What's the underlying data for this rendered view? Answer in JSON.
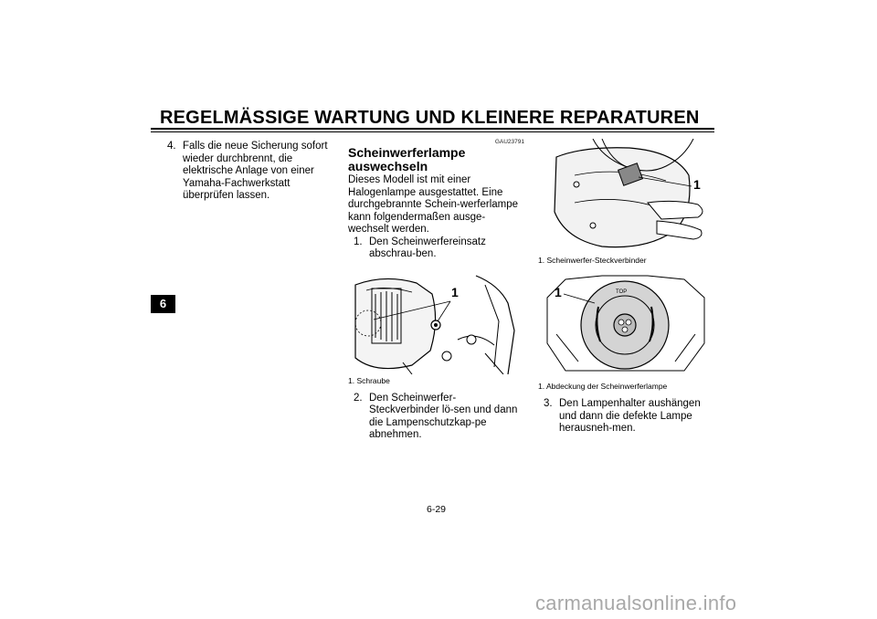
{
  "header": {
    "title": "REGELMÄSSIGE WARTUNG UND KLEINERE REPARATUREN"
  },
  "chapter_tab": "6",
  "col1": {
    "item4_num": "4.",
    "item4_text": "Falls die neue Sicherung sofort wieder durchbrennt, die elektrische Anlage von einer Yamaha-Fachwerkstatt überprüfen lassen."
  },
  "col2": {
    "section_code": "GAU23791",
    "section_title_line1": "Scheinwerferlampe",
    "section_title_line2": "auswechseln",
    "intro": "Dieses Modell ist mit einer Halogenlampe ausgestattet. Eine durchgebrannte Schein-werferlampe kann folgendermaßen ausge-wechselt werden.",
    "step1_num": "1.",
    "step1_text": "Den Scheinwerfereinsatz abschrau-ben.",
    "fig1_callout": "1",
    "fig1_caption": "1. Schraube",
    "step2_num": "2.",
    "step2_text": "Den Scheinwerfer-Steckverbinder lö-sen und dann die Lampenschutzkap-pe abnehmen."
  },
  "col3": {
    "fig2_callout": "1",
    "fig2_caption": "1. Scheinwerfer-Steckverbinder",
    "fig3_callout": "1",
    "fig3_top_label": "TOP",
    "fig3_caption": "1. Abdeckung der Scheinwerferlampe",
    "step3_num": "3.",
    "step3_text": "Den Lampenhalter aushängen und dann die defekte Lampe herausneh-men."
  },
  "page_number": "6-29",
  "watermark": "carmanualsonline.info"
}
